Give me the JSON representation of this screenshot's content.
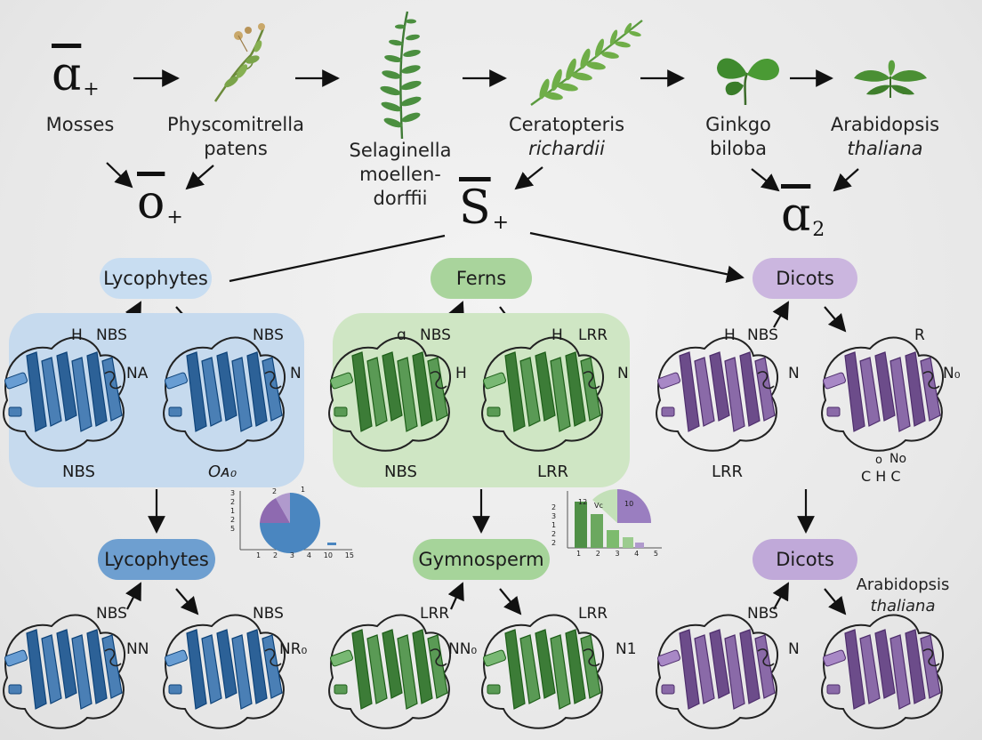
{
  "top_row": {
    "symbol_a": {
      "main": "ɑ",
      "sub": "+"
    },
    "species": [
      {
        "line1": "Mosses",
        "line2": ""
      },
      {
        "line1": "Physcomitrella",
        "line2": "patens"
      },
      {
        "line1": "Selaginella",
        "line2": "moellen-",
        "line3": "dorffii"
      },
      {
        "line1": "Ceratopteris",
        "line2": "richardii"
      },
      {
        "line1": "Ginkgo",
        "line2": "biloba"
      },
      {
        "line1": "Arabidopsis",
        "line2": "thaliana"
      }
    ]
  },
  "mid_symbols": [
    {
      "main": "o",
      "sub": "+"
    },
    {
      "main": "S",
      "sub": "+"
    },
    {
      "main": "ɑ",
      "sub": "2"
    }
  ],
  "groups": [
    {
      "name": "Lycophytes",
      "color": "#4a7fb5",
      "panel_color": "#c6daee",
      "pill_color": "#c8ddf1",
      "proteins": [
        {
          "tag_left": "H",
          "tag_top": "NBS",
          "tag_side": "NA"
        },
        {
          "tag_left": "",
          "tag_top": "NBS",
          "tag_side": "N"
        }
      ],
      "bottom_labels": [
        "NBS",
        "Oᴀ₀"
      ]
    },
    {
      "name": "Ferns",
      "color": "#5a9a55",
      "panel_color": "#cfe6c4",
      "pill_color": "#a9d49c",
      "proteins": [
        {
          "tag_left": "ɑ",
          "tag_top": "NBS",
          "tag_side": "H"
        },
        {
          "tag_left": "H",
          "tag_top": "LRR",
          "tag_side": "N"
        }
      ],
      "bottom_labels": [
        "NBS",
        "LRR"
      ]
    },
    {
      "name": "Dicots",
      "color": "#8a6aa8",
      "pill_color": "#cbb6df",
      "proteins": [
        {
          "tag_left": "H",
          "tag_top": "NBS",
          "tag_side": "N"
        },
        {
          "tag_left": "",
          "tag_top": "R",
          "tag_side": "N₀"
        }
      ],
      "bottom_labels": [
        "LRR",
        "C H C",
        "o",
        "No"
      ]
    }
  ],
  "lower_groups": [
    {
      "name": "Lycophytes",
      "pill_color": "#6e9fd0",
      "proteins": [
        {
          "tag_top": "NBS",
          "tag_side": "NN"
        },
        {
          "tag_top": "NBS",
          "tag_side": "NR₀"
        }
      ]
    },
    {
      "name": "Gymnosperm",
      "pill_color": "#a6d49a",
      "proteins": [
        {
          "tag_top": "LRR",
          "tag_side": "NN₀"
        },
        {
          "tag_top": "LRR",
          "tag_side": "N1"
        }
      ]
    },
    {
      "name": "Dicots",
      "pill_color": "#c0a9d9",
      "proteins": [
        {
          "tag_top": "NBS",
          "tag_side": "N"
        }
      ],
      "species_line1": "Arabidopsis",
      "species_line2": "thaliana"
    }
  ],
  "mini_chart_pie": {
    "ticks_x": [
      "1",
      "2",
      "3",
      "4",
      "10",
      "15"
    ],
    "ticks_y": [
      "3",
      "2",
      "1",
      "2",
      "5"
    ],
    "labels": [
      "2",
      "1"
    ]
  },
  "mini_chart_bar": {
    "ticks_x": [
      "1",
      "2",
      "3",
      "4",
      "5"
    ],
    "ticks_y": [
      "2",
      "3",
      "1",
      "2",
      "2"
    ],
    "labels": [
      "12",
      "Vc",
      "10"
    ]
  },
  "colors": {
    "blue": "#4a7fb5",
    "green": "#5a9a55",
    "purple": "#8a6aa8"
  }
}
